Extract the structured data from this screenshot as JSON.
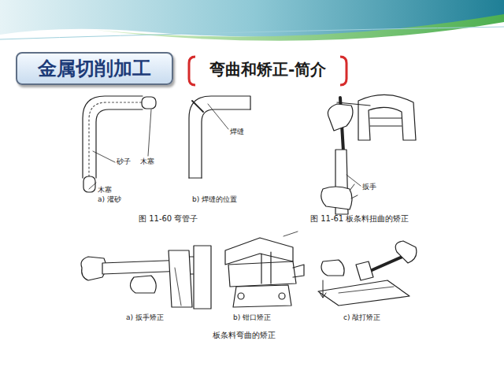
{
  "diagram": {
    "nodes": [
      {
        "text": [
          "金属切削加工"
        ]
      }
    ],
    "labels": [
      "砂子",
      "木塞",
      "木塞",
      "a) 灌砂",
      "焊缝",
      "b) 焊缝的位置",
      "图 11-60 弯管子",
      "扳手",
      "图 11-61 板条料扭曲的矫正",
      "a) 扳手矫正",
      "b) 钳口矫正",
      "c) 敲打矫正",
      "板条料弯曲的矫正",
      "弯曲和矫正-简介"
    ]
  }
}
